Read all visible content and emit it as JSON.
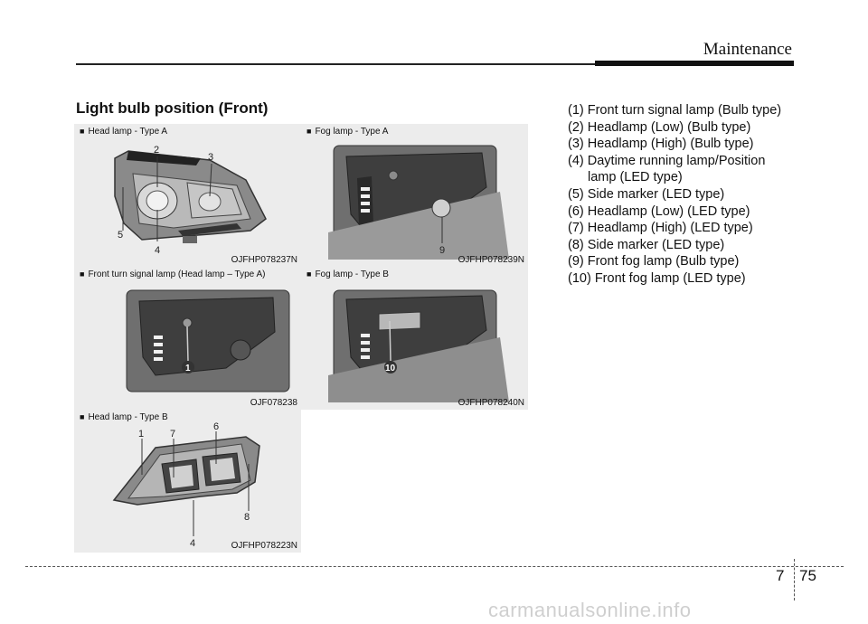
{
  "header": {
    "section": "Maintenance"
  },
  "page_title": "Light bulb position (Front)",
  "legend": {
    "items": [
      "(1) Front turn signal lamp (Bulb type)",
      "(2) Headlamp (Low) (Bulb type)",
      "(3) Headlamp (High) (Bulb type)",
      "(4) Daytime running lamp/Position",
      "lamp (LED type)",
      "(5) Side marker (LED type)",
      "(6) Headlamp (Low) (LED type)",
      "(7) Headlamp (High) (LED type)",
      "(8) Side marker (LED type)",
      "(9) Front fog lamp (Bulb type)",
      "(10) Front fog lamp (LED type)"
    ]
  },
  "figures": {
    "head_a": {
      "caption": "Head lamp - Type A",
      "code": "OJFHP078237N",
      "c2": "2",
      "c3": "3",
      "c4": "4",
      "c5": "5"
    },
    "fog_a": {
      "caption": "Fog lamp - Type A",
      "code": "OJFHP078239N",
      "c9": "9"
    },
    "turn": {
      "caption": "Front turn signal lamp (Head lamp – Type A)",
      "code": "OJF078238",
      "c1": "1"
    },
    "fog_b": {
      "caption": "Fog lamp - Type B",
      "code": "OJFHP078240N",
      "c10": "10"
    },
    "head_b": {
      "caption": "Head lamp - Type B",
      "code": "OJFHP078223N",
      "c1": "1",
      "c7": "7",
      "c6": "6",
      "c4": "4",
      "c8": "8"
    }
  },
  "bullet": "■",
  "footer": {
    "chapter": "7",
    "page": "75",
    "watermark": "carmanualsonline.info"
  }
}
